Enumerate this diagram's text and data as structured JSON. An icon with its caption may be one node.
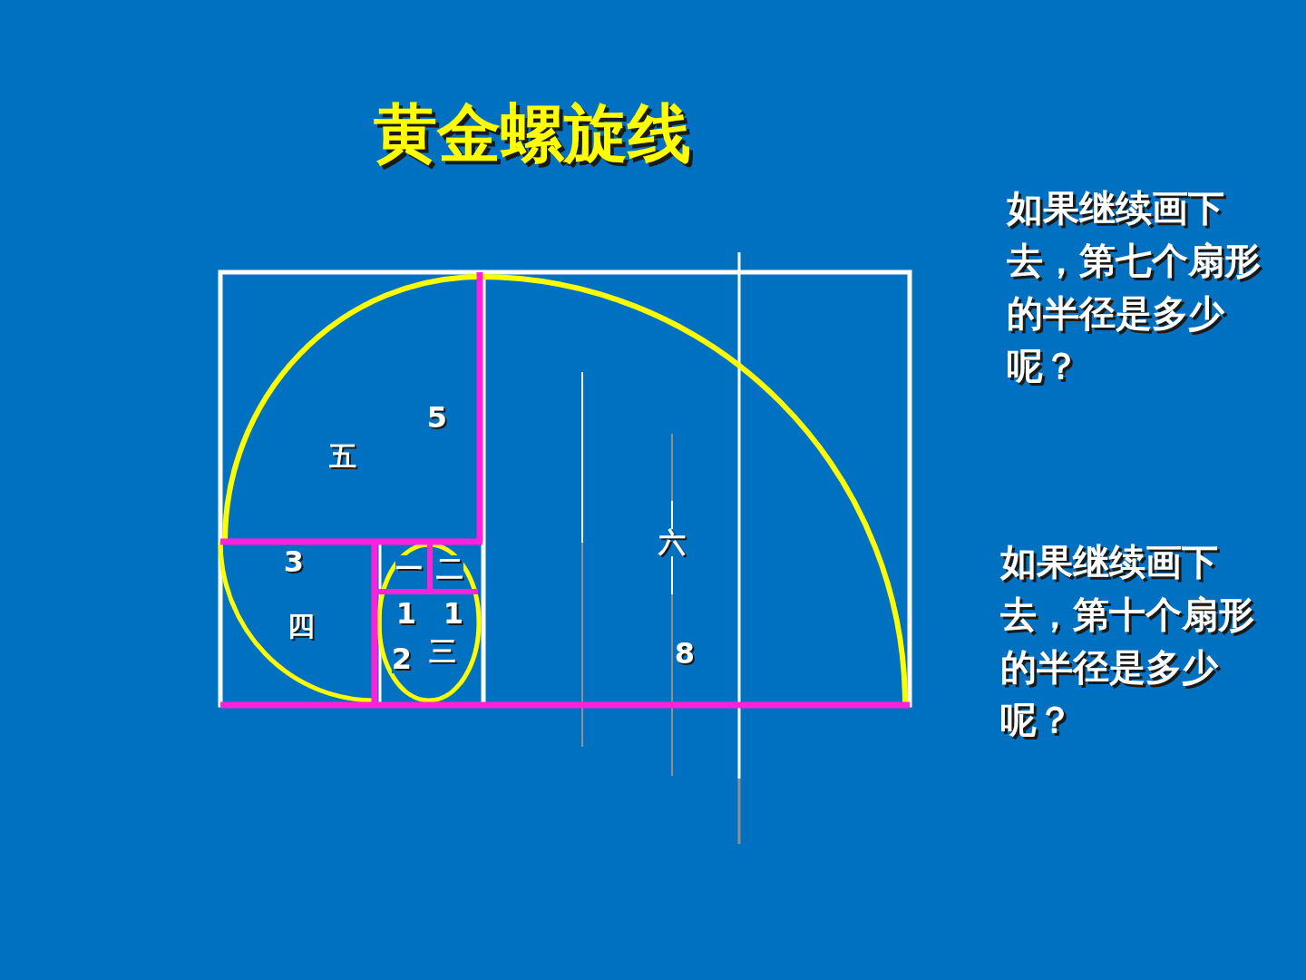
{
  "diagram": {
    "title": "黄金螺旋线",
    "labels": [
      "如果继续画下去，第七个扇形的半径是多少呢？",
      "5",
      "五",
      "3",
      "一",
      "二",
      "六",
      "1",
      "1",
      "四",
      "2",
      "三",
      "8",
      "如果继续画下去，第十个扇形的半径是多少呢？"
    ]
  }
}
